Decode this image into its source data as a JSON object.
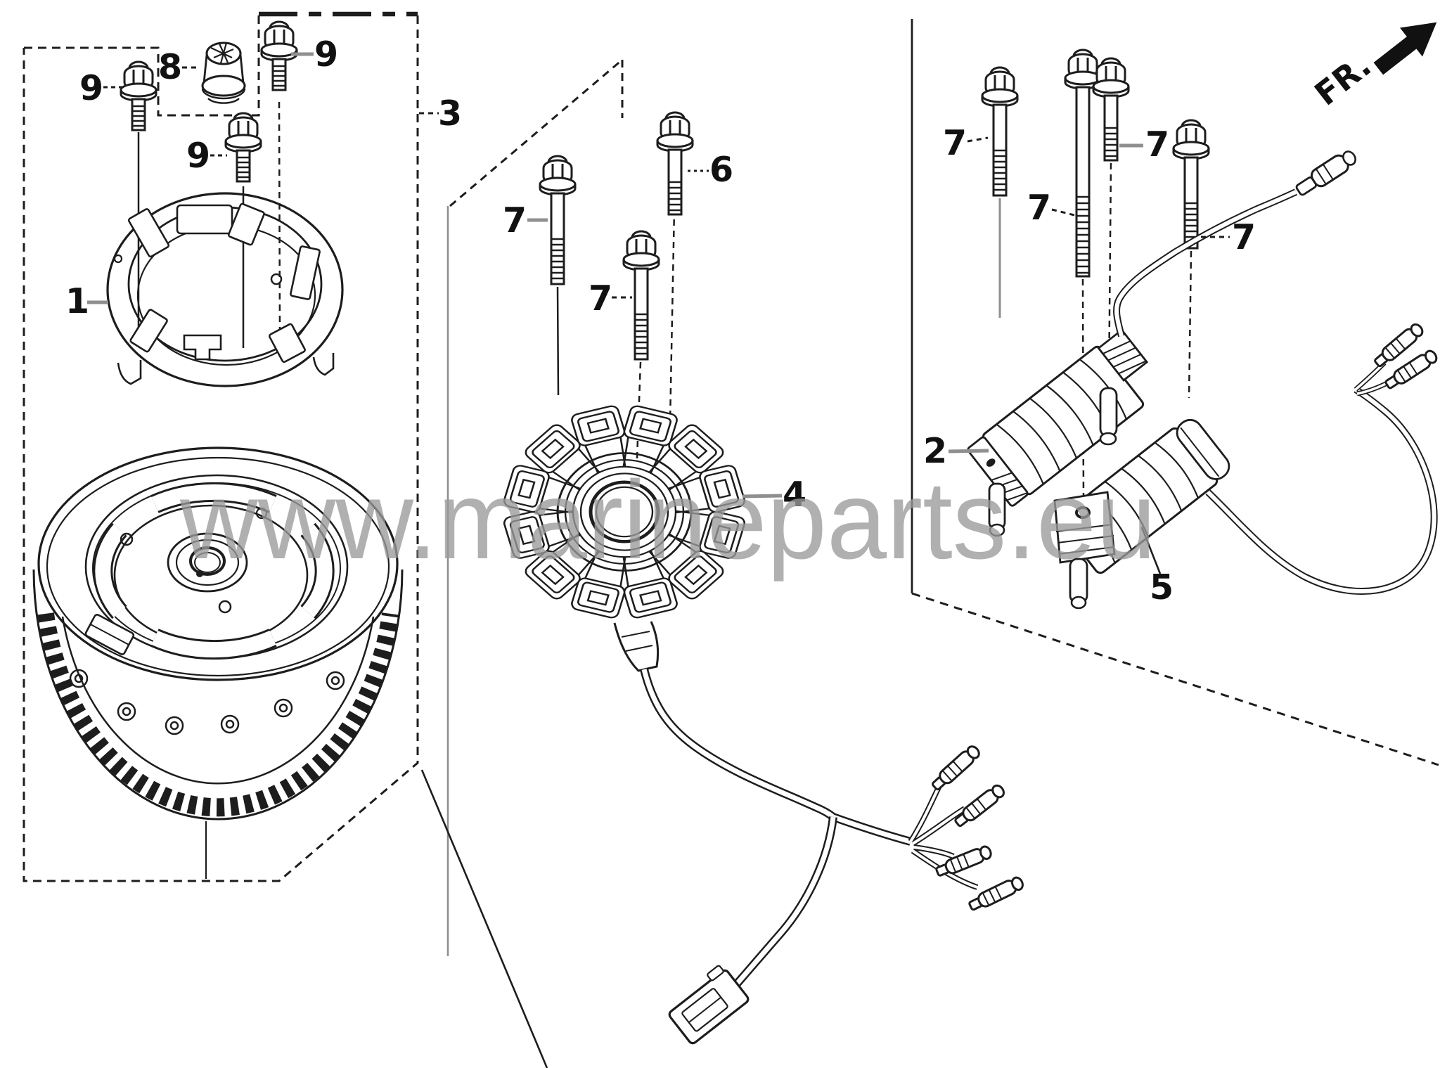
{
  "watermark": {
    "text": "www.marineparts.eu"
  },
  "direction_indicator": {
    "label": "FR."
  },
  "labels": [
    {
      "id": "callout-1-flywheel-cover",
      "num": "1"
    },
    {
      "id": "callout-2-ignition-coil",
      "num": "2"
    },
    {
      "id": "callout-3-flywheel-group",
      "num": "3"
    },
    {
      "id": "callout-4-stator",
      "num": "4"
    },
    {
      "id": "callout-5-charge-coil",
      "num": "5"
    },
    {
      "id": "callout-6-bolt",
      "num": "6"
    },
    {
      "id": "callout-7-bolt-mid-left",
      "num": "7"
    },
    {
      "id": "callout-7-bolt-mid",
      "num": "7"
    },
    {
      "id": "callout-7-bolt-right-1",
      "num": "7"
    },
    {
      "id": "callout-7-bolt-right-2",
      "num": "7"
    },
    {
      "id": "callout-7-bolt-right-3",
      "num": "7"
    },
    {
      "id": "callout-7-bolt-right-4",
      "num": "7"
    },
    {
      "id": "callout-8-nut",
      "num": "8"
    },
    {
      "id": "callout-9-bolt-left",
      "num": "9"
    },
    {
      "id": "callout-9-bolt-top",
      "num": "9"
    },
    {
      "id": "callout-9-bolt-center",
      "num": "9"
    }
  ]
}
